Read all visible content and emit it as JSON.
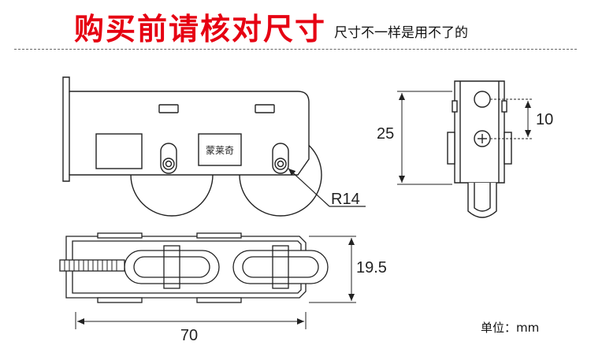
{
  "header": {
    "title": "购买前请核对尺寸",
    "subtitle": "尺寸不一样是用不了的"
  },
  "drawing": {
    "brand_label": "蒙莱奇",
    "dimensions": {
      "radius": "R14",
      "height": "25",
      "hole_spacing": "10",
      "depth": "19.5",
      "length": "70"
    }
  },
  "footer": {
    "unit": "单位：mm"
  },
  "colors": {
    "title": "#e60012",
    "line": "#222222",
    "fill": "#ffffff"
  }
}
